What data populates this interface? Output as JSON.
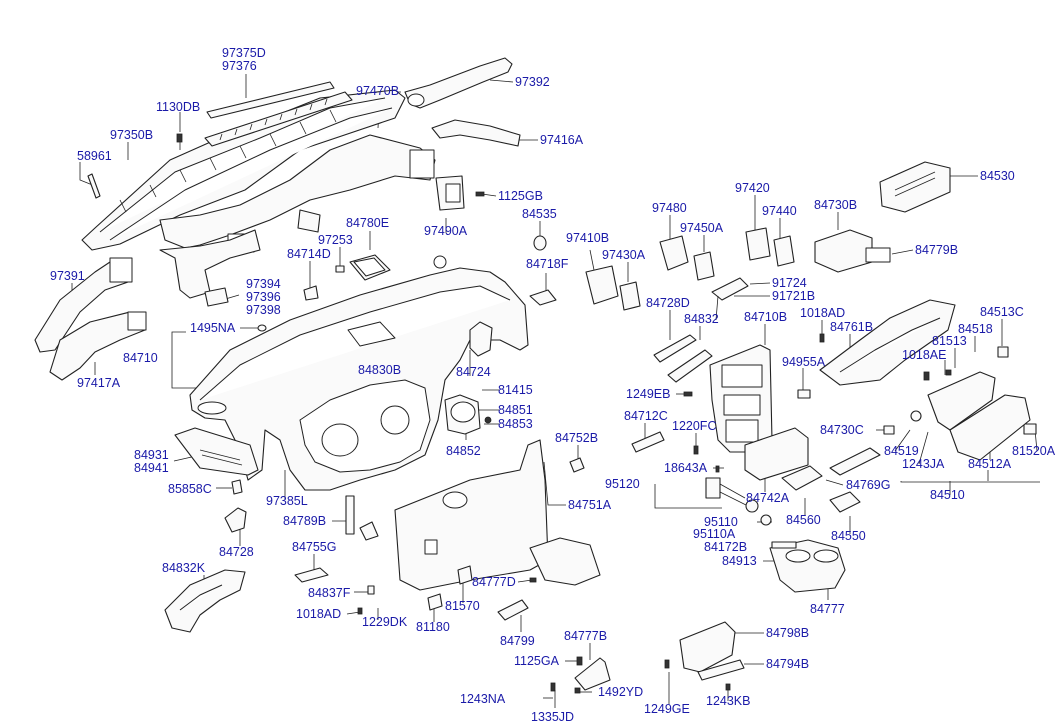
{
  "labels": [
    {
      "key": "l01",
      "text": "97375D"
    },
    {
      "key": "l02",
      "text": "97376"
    },
    {
      "key": "l03",
      "text": "97392"
    },
    {
      "key": "l04",
      "text": "1130DB"
    },
    {
      "key": "l05",
      "text": "97470B"
    },
    {
      "key": "l06",
      "text": "97350B"
    },
    {
      "key": "l07",
      "text": "97416A"
    },
    {
      "key": "l08",
      "text": "58961"
    },
    {
      "key": "l09",
      "text": "1125GB"
    },
    {
      "key": "l10",
      "text": "84780E"
    },
    {
      "key": "l11",
      "text": "97253"
    },
    {
      "key": "l12",
      "text": "84714D"
    },
    {
      "key": "l13",
      "text": "97490A"
    },
    {
      "key": "l14",
      "text": "84535"
    },
    {
      "key": "l15",
      "text": "97391"
    },
    {
      "key": "l16",
      "text": "97394"
    },
    {
      "key": "l17",
      "text": "97396"
    },
    {
      "key": "l18",
      "text": "97398"
    },
    {
      "key": "l19",
      "text": "84718F"
    },
    {
      "key": "l20",
      "text": "1495NA"
    },
    {
      "key": "l21",
      "text": "84710"
    },
    {
      "key": "l22",
      "text": "97417A"
    },
    {
      "key": "l23",
      "text": "84830B"
    },
    {
      "key": "l24",
      "text": "84724"
    },
    {
      "key": "l25",
      "text": "81415"
    },
    {
      "key": "l26",
      "text": "84851"
    },
    {
      "key": "l27",
      "text": "84853"
    },
    {
      "key": "l28",
      "text": "84852"
    },
    {
      "key": "l29",
      "text": "84931"
    },
    {
      "key": "l30",
      "text": "84941"
    },
    {
      "key": "l31",
      "text": "85858C"
    },
    {
      "key": "l32",
      "text": "97385L"
    },
    {
      "key": "l33",
      "text": "84789B"
    },
    {
      "key": "l34",
      "text": "84728"
    },
    {
      "key": "l35",
      "text": "84755G"
    },
    {
      "key": "l36",
      "text": "84832K"
    },
    {
      "key": "l37",
      "text": "84837F"
    },
    {
      "key": "l38",
      "text": "1018AD"
    },
    {
      "key": "l39",
      "text": "1229DK"
    },
    {
      "key": "l40",
      "text": "81180"
    },
    {
      "key": "l41",
      "text": "81570"
    },
    {
      "key": "l42",
      "text": "84777D"
    },
    {
      "key": "l43",
      "text": "84752B"
    },
    {
      "key": "l44",
      "text": "84751A"
    },
    {
      "key": "l45",
      "text": "84799"
    },
    {
      "key": "l46",
      "text": "84777B"
    },
    {
      "key": "l47",
      "text": "1125GA"
    },
    {
      "key": "l48",
      "text": "1243NA"
    },
    {
      "key": "l49",
      "text": "1492YD"
    },
    {
      "key": "l50",
      "text": "1335JD"
    },
    {
      "key": "l51",
      "text": "97480"
    },
    {
      "key": "l52",
      "text": "97420"
    },
    {
      "key": "l53",
      "text": "97450A"
    },
    {
      "key": "l54",
      "text": "97440"
    },
    {
      "key": "l55",
      "text": "84730B"
    },
    {
      "key": "l56",
      "text": "84530"
    },
    {
      "key": "l57",
      "text": "97410B"
    },
    {
      "key": "l58",
      "text": "97430A"
    },
    {
      "key": "l59",
      "text": "84779B"
    },
    {
      "key": "l60",
      "text": "91724"
    },
    {
      "key": "l61",
      "text": "91721B"
    },
    {
      "key": "l62",
      "text": "84728D"
    },
    {
      "key": "l63",
      "text": "84832"
    },
    {
      "key": "l64",
      "text": "84710B"
    },
    {
      "key": "l65",
      "text": "1018AD"
    },
    {
      "key": "l66",
      "text": "84761B"
    },
    {
      "key": "l67",
      "text": "84513C"
    },
    {
      "key": "l68",
      "text": "84518"
    },
    {
      "key": "l69",
      "text": "81513"
    },
    {
      "key": "l70",
      "text": "1018AE"
    },
    {
      "key": "l71",
      "text": "94955A"
    },
    {
      "key": "l72",
      "text": "1249EB"
    },
    {
      "key": "l73",
      "text": "84712C"
    },
    {
      "key": "l74",
      "text": "1220FC"
    },
    {
      "key": "l75",
      "text": "84730C"
    },
    {
      "key": "l76",
      "text": "84519"
    },
    {
      "key": "l77",
      "text": "1243JA"
    },
    {
      "key": "l78",
      "text": "84512A"
    },
    {
      "key": "l79",
      "text": "81520A"
    },
    {
      "key": "l80",
      "text": "18643A"
    },
    {
      "key": "l81",
      "text": "95120"
    },
    {
      "key": "l82",
      "text": "84742A"
    },
    {
      "key": "l83",
      "text": "84769G"
    },
    {
      "key": "l84",
      "text": "84510"
    },
    {
      "key": "l85",
      "text": "95110"
    },
    {
      "key": "l86",
      "text": "95110A"
    },
    {
      "key": "l87",
      "text": "84560"
    },
    {
      "key": "l88",
      "text": "84550"
    },
    {
      "key": "l89",
      "text": "84172B"
    },
    {
      "key": "l90",
      "text": "84913"
    },
    {
      "key": "l91",
      "text": "84777"
    },
    {
      "key": "l92",
      "text": "84798B"
    },
    {
      "key": "l93",
      "text": "84794B"
    },
    {
      "key": "l94",
      "text": "1249GE"
    },
    {
      "key": "l95",
      "text": "1243KB"
    }
  ]
}
